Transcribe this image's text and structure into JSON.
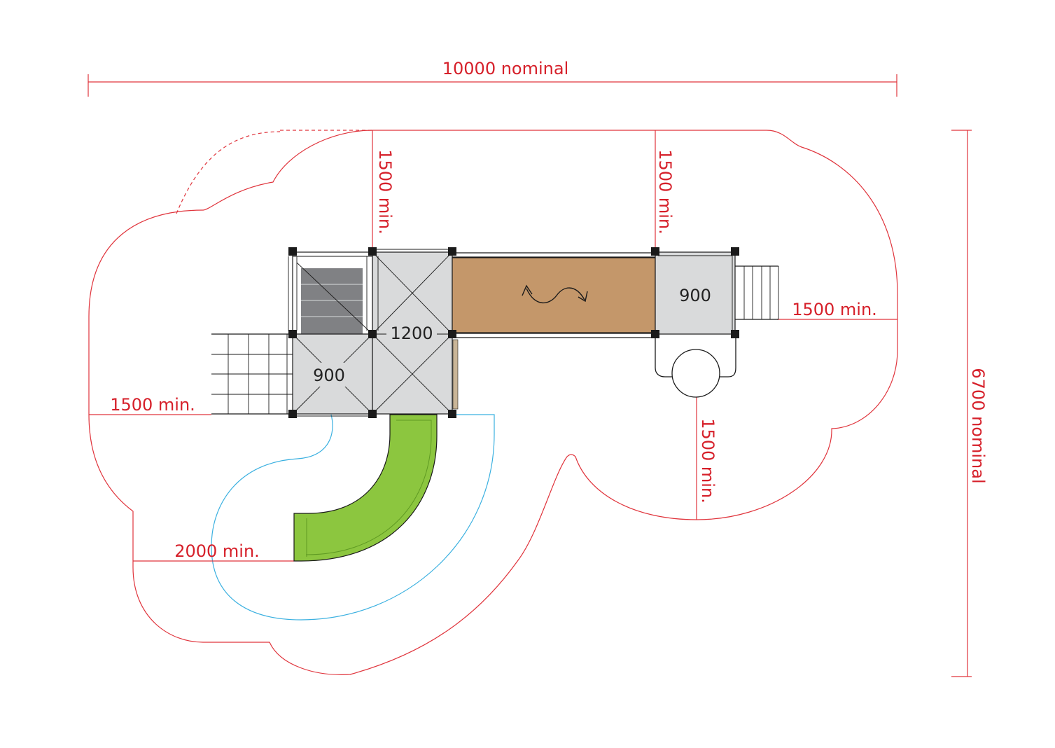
{
  "dimensions": {
    "overall_width": "10000 nominal",
    "overall_depth": "6700 nominal",
    "top_left_clearance": "1500 min.",
    "top_right_clearance": "1500 min.",
    "right_clearance": "1500 min.",
    "left_clearance": "1500 min.",
    "bottom_right_clearance": "1500 min.",
    "slide_exit_clearance": "2000 min."
  },
  "decks": {
    "left_deck": "900",
    "center_deck": "1200",
    "right_deck": "900"
  },
  "colors": {
    "dimension": "#e0343c",
    "slide": "#8cc63f",
    "bridge": "#c4976a",
    "deck": "#d9dadb",
    "stair": "#808184",
    "slide_zone": "#3ab0e0"
  },
  "icons": {
    "bridge_motion": "wavy-double-arrow-icon"
  }
}
